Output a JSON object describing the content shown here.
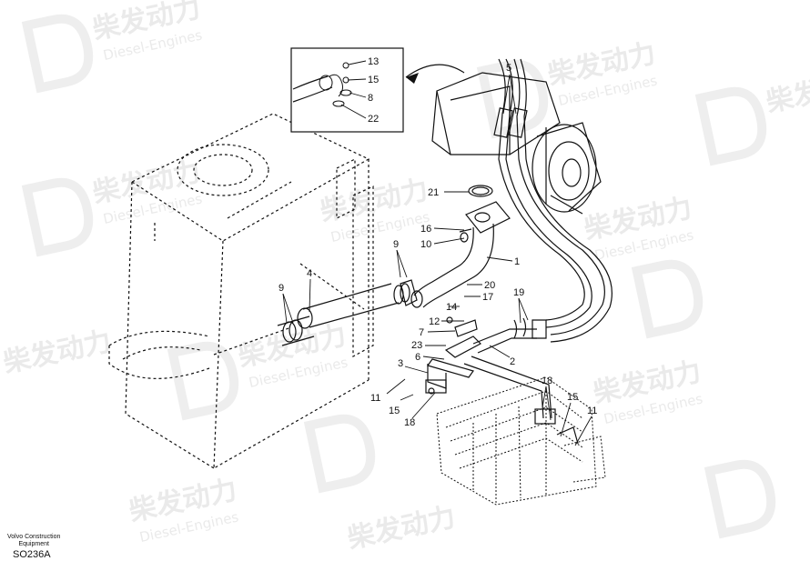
{
  "caption": {
    "brand_line1": "Volvo Construction",
    "brand_line2": "Equipment",
    "drawing_code": "SO236A"
  },
  "watermark": {
    "cn": "柴发动力",
    "en": "Diesel-Engines"
  },
  "callouts": [
    "13",
    "15",
    "8",
    "22",
    "5",
    "21",
    "16",
    "10",
    "1",
    "9",
    "9",
    "4",
    "20",
    "17",
    "14",
    "19",
    "12",
    "7",
    "23",
    "6",
    "3",
    "2",
    "11",
    "15",
    "18",
    "18",
    "15",
    "11"
  ]
}
